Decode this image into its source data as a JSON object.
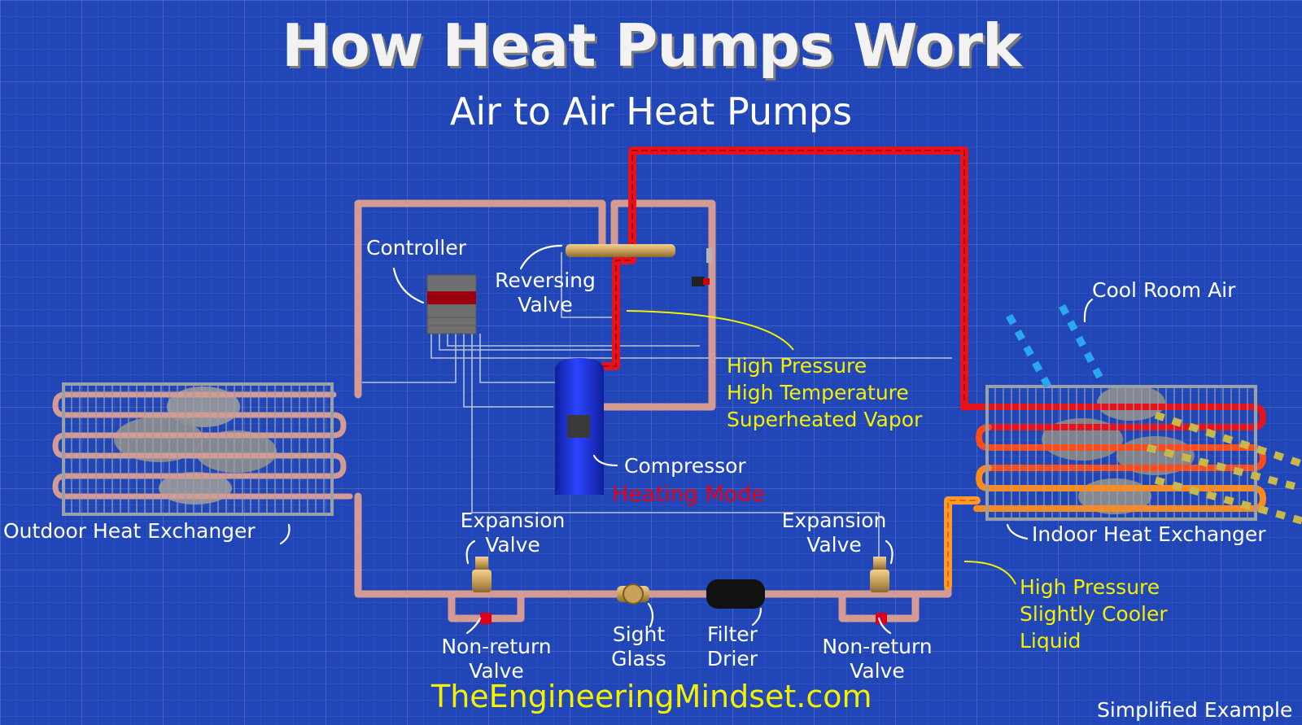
{
  "title": "How Heat Pumps Work",
  "subtitle": "Air to Air Heat Pumps",
  "mode": "Heating Mode",
  "website": "TheEngineeringMindset.com",
  "footnote": "Simplified Example",
  "labels": {
    "controller": "Controller",
    "reversing_valve": [
      "Reversing",
      "Valve"
    ],
    "compressor": "Compressor",
    "cool_room_air": "Cool Room Air",
    "hot_vapor": [
      "High Pressure",
      "High Temperature",
      "Superheated Vapor"
    ],
    "cool_liquid": [
      "High Pressure",
      "Slightly Cooler",
      "Liquid"
    ],
    "outdoor_hx": "Outdoor Heat Exchanger",
    "indoor_hx": "Indoor Heat Exchanger",
    "expansion_valve": [
      "Expansion",
      "Valve"
    ],
    "non_return_valve": [
      "Non-return",
      "Valve"
    ],
    "sight_glass": [
      "Sight",
      "Glass"
    ],
    "filter_drier": [
      "Filter",
      "Drier"
    ]
  },
  "colors": {
    "background": "#2146b8",
    "copper": "#d49a94",
    "hot_refrigerant": "#e8121a",
    "warm_refrigerant": "#ff8a1a",
    "compressor": "#1a2fd6",
    "label_yellow": "#f4f000",
    "mode_red": "#e8001a"
  }
}
